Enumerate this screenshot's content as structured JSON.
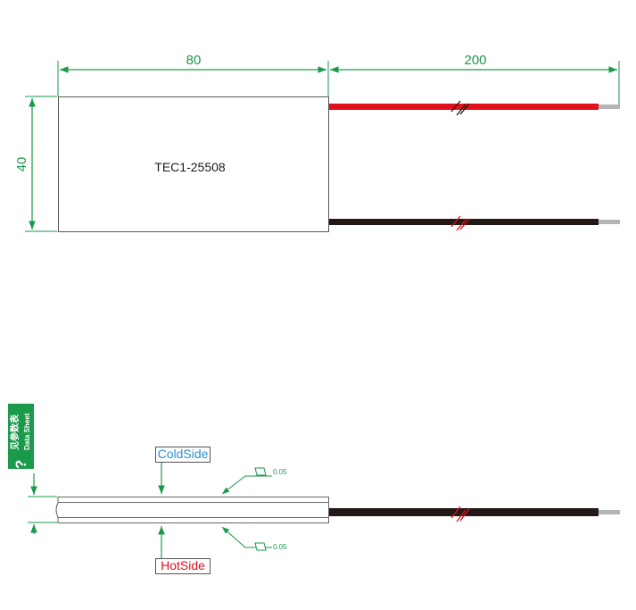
{
  "top_view": {
    "dim_width": "80",
    "dim_lead_length": "200",
    "dim_height": "40",
    "model_label": "TEC1-25508"
  },
  "side_view": {
    "cold_side_label": "ColdSide",
    "hot_side_label": "HotSide",
    "flatness_top": "0.05",
    "flatness_bottom": "0.05"
  },
  "datasheet_badge": {
    "question_mark": "?",
    "chinese_text": "见参数表",
    "english_text": "Data Sheet"
  },
  "colors": {
    "dimension": "#1a9a4a",
    "red_wire": "#e0101c",
    "black_wire": "#231815",
    "wire_tip": "#b5b5b5",
    "cold_side": "#2a8fd0",
    "hot_side": "#e0101c"
  }
}
